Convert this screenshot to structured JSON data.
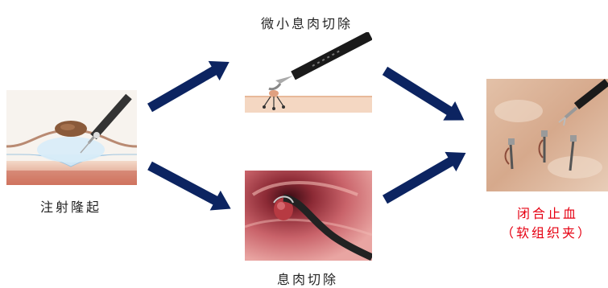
{
  "nodes": {
    "injection": {
      "label": "注射隆起"
    },
    "micro_polypectomy": {
      "label": "微小息肉切除"
    },
    "polypectomy": {
      "label": "息肉切除"
    },
    "closure": {
      "label_line1": "闭合止血",
      "label_line2": "（软组织夹）"
    }
  },
  "colors": {
    "arrow": "#0c2461",
    "emphasis": "#e60012"
  }
}
